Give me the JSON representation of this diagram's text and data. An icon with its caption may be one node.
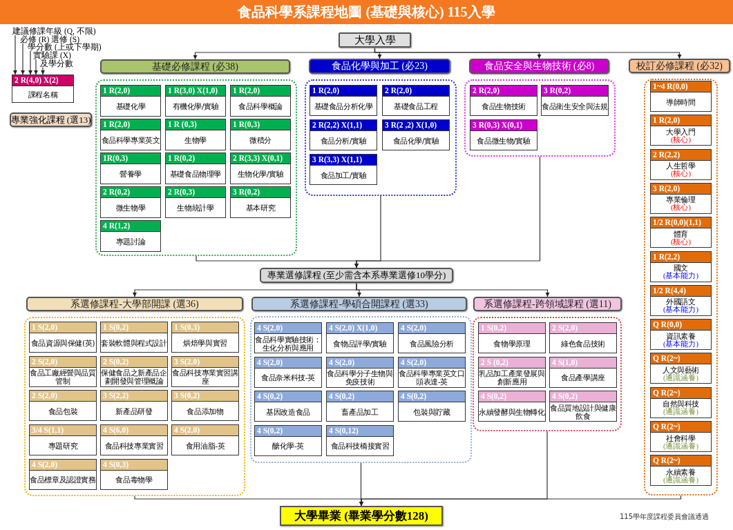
{
  "diagram": {
    "title": "食品科學系課程地圖 (基礎與核心) 115入學",
    "nodes": [
      {
        "text": [
          "大學入學"
        ]
      },
      {
        "text": [
          "建議修課年級 (Q, 不限)"
        ]
      },
      {
        "text": [
          "必修 (R) 選修 (S)"
        ]
      },
      {
        "text": [
          "學分數 (上或下學期)"
        ]
      },
      {
        "text": [
          "實驗課 (X)"
        ]
      },
      {
        "text": [
          "及學分數"
        ]
      },
      {
        "text": [
          "2 R(4,0) X(2)",
          "課程名稱"
        ]
      },
      {
        "text": [
          "專業強化課程 (選13)"
        ]
      },
      {
        "text": [
          "基礎必修課程 (必38)"
        ]
      },
      {
        "text": [
          "1 R(2,0)",
          "基礎化學"
        ],
        "in": 8
      },
      {
        "text": [
          "1 R(3,0) X(1,0)",
          "有機化學/實驗"
        ],
        "in": 8
      },
      {
        "text": [
          "1 R(2,0)",
          "食品科學概論"
        ],
        "in": 8
      },
      {
        "text": [
          "1 R(2,0)",
          "食品科學專業英文"
        ],
        "in": 8
      },
      {
        "text": [
          "1 R (0,3)",
          "生物學"
        ],
        "in": 8
      },
      {
        "text": [
          "1 R(0,3)",
          "微積分"
        ],
        "in": 8
      },
      {
        "text": [
          "1R(0,3)",
          "營養學"
        ],
        "in": 8
      },
      {
        "text": [
          "1 R(0,2)",
          "基礎食品物理學"
        ],
        "in": 8
      },
      {
        "text": [
          "2 R(3,3) X(0,1)",
          "生物化學/實驗"
        ],
        "in": 8
      },
      {
        "text": [
          "2 R(0,2)",
          "微生物學"
        ],
        "in": 8
      },
      {
        "text": [
          "2 R(0,3)",
          "生物統計學"
        ],
        "in": 8
      },
      {
        "text": [
          "3 R(0,2)",
          "基本研究"
        ],
        "in": 8
      },
      {
        "text": [
          "4 R(1,2)",
          "專題討論"
        ],
        "in": 8
      },
      {
        "text": [
          "食品化學與加工 (必23)"
        ]
      },
      {
        "text": [
          "1 R(2,0)",
          "基礎食品分析化學"
        ],
        "in": 22
      },
      {
        "text": [
          "2 R(2,0)",
          "基礎食品工程"
        ],
        "in": 22
      },
      {
        "text": [
          "2 R(2,2) X(1,1)",
          "食品分析/實驗"
        ],
        "in": 22
      },
      {
        "text": [
          "3 R(2 ,2) X(1,0)",
          "食品化學/實驗"
        ],
        "in": 22
      },
      {
        "text": [
          "3 R(3,3) X(1,1)",
          "食品加工/實驗"
        ],
        "in": 22
      },
      {
        "text": [
          "食品安全與生物技術 (必8)"
        ]
      },
      {
        "text": [
          "2 R(2,0)",
          "食品生物技術"
        ],
        "in": 28
      },
      {
        "text": [
          "3 R(0,2)",
          "食品衛生安全與法規"
        ],
        "in": 28
      },
      {
        "text": [
          "3 R(0,3) X(0,1)",
          "食品微生物/實驗"
        ],
        "in": 28
      },
      {
        "text": [
          "校訂必修課程 (必32)"
        ]
      },
      {
        "text": [
          "1~4 R(0,0)",
          "導師時間"
        ],
        "in": 32
      },
      {
        "text": [
          "1 R(2,0)",
          "大學入門",
          "(核心)"
        ],
        "in": 32
      },
      {
        "text": [
          "2 R(2,2)",
          "人生哲學",
          "(核心)"
        ],
        "in": 32
      },
      {
        "text": [
          "3 R(2,0)",
          "專業倫理",
          "(核心)"
        ],
        "in": 32
      },
      {
        "text": [
          "1/2 R(0,0)(1,1)",
          "體育",
          "(核心)"
        ],
        "in": 32
      },
      {
        "text": [
          "1 R(2,2)",
          "國文",
          "(基本能力)"
        ],
        "in": 32
      },
      {
        "text": [
          "1/2 R(4,4)",
          "外國語文",
          "(基本能力)"
        ],
        "in": 32
      },
      {
        "text": [
          "Q R(0,0)",
          "資訊素養",
          "(基本能力)"
        ],
        "in": 32
      },
      {
        "text": [
          "Q R(2~)",
          "人文與藝術",
          "(通識涵養)"
        ],
        "in": 32
      },
      {
        "text": [
          "Q R(2~)",
          "自然與科技",
          "(通識涵養)"
        ],
        "in": 32
      },
      {
        "text": [
          "Q R(2~)",
          "社會科學",
          "(通識涵養)"
        ],
        "in": 32
      },
      {
        "text": [
          "Q R(2~)",
          "永續素養",
          "(通識涵養)"
        ],
        "in": 32
      },
      {
        "text": [
          "專業選修課程 (至少需含本系專業選修10學分)"
        ]
      },
      {
        "text": [
          "系選修課程-大學部開課 (選36)"
        ]
      },
      {
        "text": [
          "1 S(2,0)",
          "食品資源與保健(英)"
        ],
        "in": 46
      },
      {
        "text": [
          "1 S(0,2)",
          "套裝軟體與程式設計"
        ],
        "in": 46
      },
      {
        "text": [
          "1 S(0,3)",
          "烘焙學與實習"
        ],
        "in": 46
      },
      {
        "text": [
          "2 S(2,0)",
          "食品工廠經營與品質管制"
        ],
        "in": 46
      },
      {
        "text": [
          "2 S(0,2)",
          "保健食品之新產品企劃開發與管理概論"
        ],
        "in": 46
      },
      {
        "text": [
          "3 S(2,0)",
          "食品科技專業實習講座"
        ],
        "in": 46
      },
      {
        "text": [
          "2 S(2,0)",
          "食品包裝"
        ],
        "in": 46
      },
      {
        "text": [
          "3 S(2,2)",
          "新產品研發"
        ],
        "in": 46
      },
      {
        "text": [
          "3 S(0,2)",
          "食品添加物"
        ],
        "in": 46
      },
      {
        "text": [
          "3/4 S(1,1)",
          "專題研究"
        ],
        "in": 46
      },
      {
        "text": [
          "4 S(6,0)",
          "食品科技專業實習"
        ],
        "in": 46
      },
      {
        "text": [
          "4 S(2,0)",
          "食用油脂-英"
        ],
        "in": 46
      },
      {
        "text": [
          "4 S(2,0)",
          "食品標章及認證實務"
        ],
        "in": 46
      },
      {
        "text": [
          "4 S(0,3)",
          "食品毒物學"
        ],
        "in": 46
      },
      {
        "text": [
          "系選修課程-學碩合開課程 (選33)"
        ]
      },
      {
        "text": [
          "4 S(2,0)",
          "食品科學實驗技術：生化分析與應用"
        ],
        "in": 61
      },
      {
        "text": [
          "4 S(2,0) X(1,0)",
          "食物品評學/實驗"
        ],
        "in": 61
      },
      {
        "text": [
          "4 S(2,0)",
          "食品風險分析"
        ],
        "in": 61
      },
      {
        "text": [
          "4 S(2,0)",
          "食品奈米科技-英"
        ],
        "in": 61
      },
      {
        "text": [
          "4 S(2,0)",
          "食品科學分子生物與免疫技術"
        ],
        "in": 61
      },
      {
        "text": [
          "4 S(2,0)",
          "食品科學專業英文口頭表達-英"
        ],
        "in": 61
      },
      {
        "text": [
          "4 S(0,2)",
          "基因改造食品"
        ],
        "in": 61
      },
      {
        "text": [
          "4 S(0,2)",
          "畜產品加工"
        ],
        "in": 61
      },
      {
        "text": [
          "4 S(0,2)",
          "包裝與貯藏"
        ],
        "in": 61
      },
      {
        "text": [
          "4 S(0,2)",
          "醣化學-英"
        ],
        "in": 61
      },
      {
        "text": [
          "4 S(0,12)",
          "食品科技橋接實習"
        ],
        "in": 61
      },
      {
        "text": [
          "系選修課程-跨領域課程 (選11)"
        ]
      },
      {
        "text": [
          "1 S(0,2)",
          "食物學原理"
        ],
        "in": 73
      },
      {
        "text": [
          "2 S(2,0)",
          "綠色食品技術"
        ],
        "in": 73
      },
      {
        "text": [
          "2 S (0,2)",
          "乳品加工產業發展與創新應用"
        ],
        "in": 73
      },
      {
        "text": [
          "4 S(1,0)",
          "食品產學講座"
        ],
        "in": 73
      },
      {
        "text": [
          "4 S(0,2)",
          "永續發酵與生物轉化"
        ],
        "in": 73
      },
      {
        "text": [
          "4 S(0,2)",
          "食品質地設計與健康飲食"
        ],
        "in": 73
      },
      {
        "text": [
          "大學畢業 (畢業學分數128)"
        ]
      }
    ],
    "edges": [
      {
        "from": 0,
        "to": 8,
        "arrow": "to"
      },
      {
        "from": 0,
        "to": 22,
        "arrow": "to"
      },
      {
        "from": 0,
        "to": 28,
        "arrow": "to"
      },
      {
        "from": 0,
        "to": 32,
        "arrow": "to"
      },
      {
        "from": 1,
        "to": 6,
        "arrow": "to"
      },
      {
        "from": 2,
        "to": 6,
        "arrow": "to"
      },
      {
        "from": 3,
        "to": 6,
        "arrow": "to"
      },
      {
        "from": 4,
        "to": 6,
        "arrow": "to"
      },
      {
        "from": 5,
        "to": 6,
        "arrow": "to"
      },
      {
        "from": 8,
        "to": 45,
        "arrow": "to"
      },
      {
        "from": 22,
        "to": 45,
        "arrow": "to"
      },
      {
        "from": 28,
        "to": 45,
        "arrow": "to"
      },
      {
        "from": 45,
        "to": 46,
        "arrow": "to"
      },
      {
        "from": 45,
        "to": 61,
        "arrow": "to"
      },
      {
        "from": 45,
        "to": 73,
        "arrow": "to"
      },
      {
        "from": 46,
        "to": 80,
        "arrow": "to"
      },
      {
        "from": 61,
        "to": 80,
        "arrow": "to"
      },
      {
        "from": 73,
        "to": 80,
        "arrow": "to"
      },
      {
        "from": 32,
        "to": 80,
        "arrow": "to"
      }
    ],
    "labels": [
      "115學年度課程委員會議通過"
    ]
  }
}
